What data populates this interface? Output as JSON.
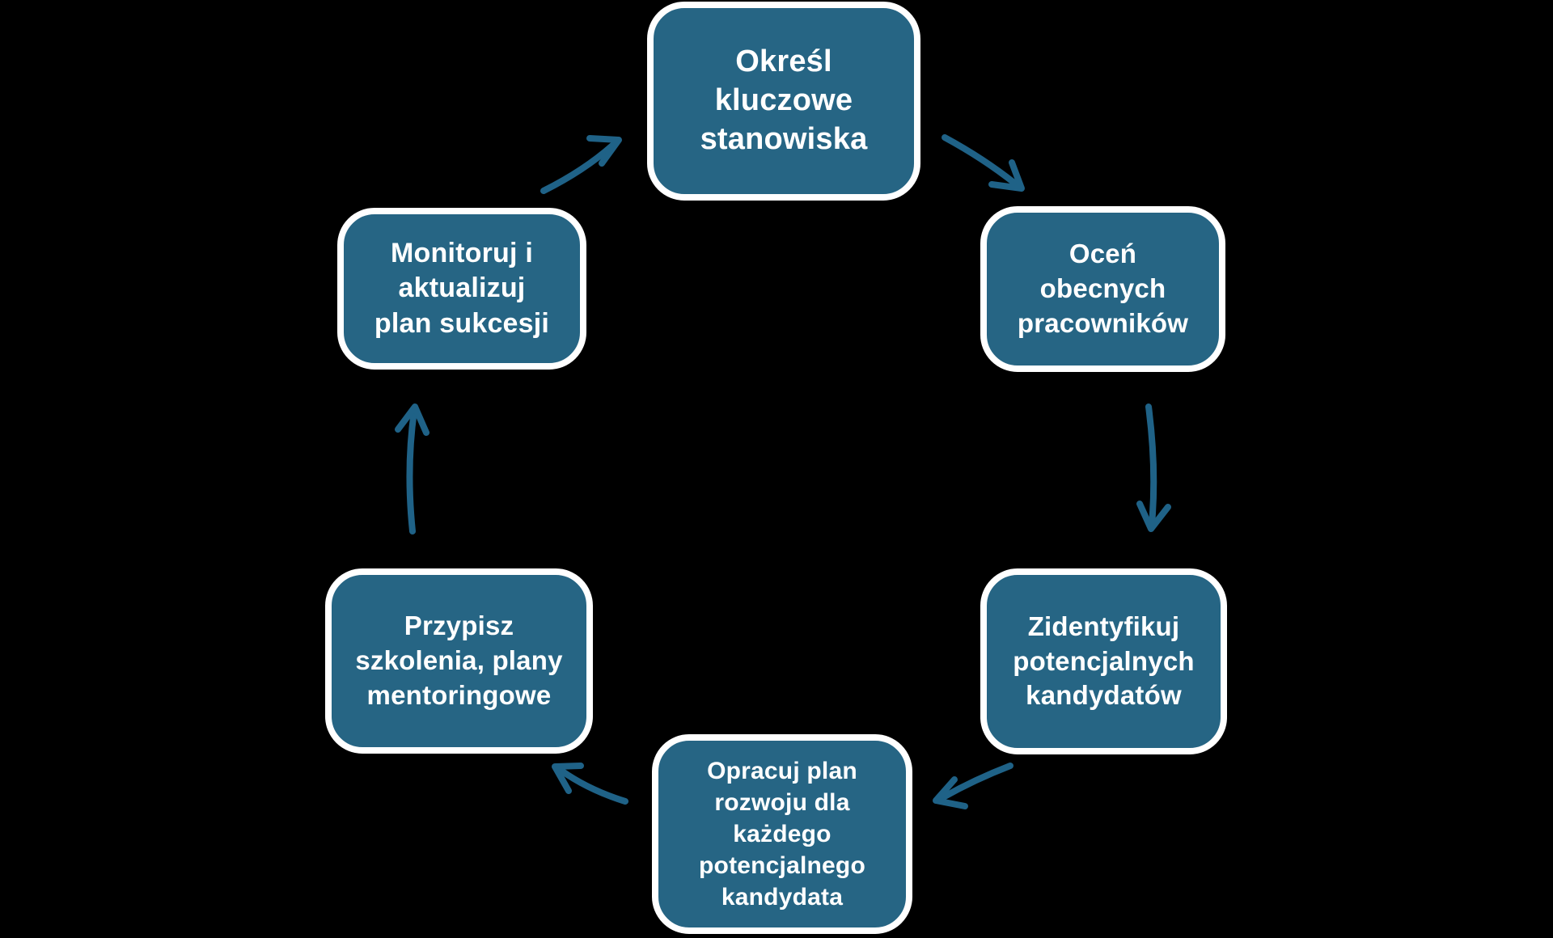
{
  "theme": {
    "background": "#000000",
    "box-fill": "#266584",
    "box-border": "#ffffff",
    "text-color": "#ffffff",
    "arrow-color": "#1f6287"
  },
  "diagram": {
    "type": "cycle",
    "language": "pl",
    "topic": "Plan sukcesji (succession planning cycle)",
    "steps": [
      {
        "name": "okresl-kluczowe-stanowiska",
        "label": "Określ kluczowe stanowiska",
        "lines": [
          "Określ",
          "kluczowe",
          "stanowiska"
        ]
      },
      {
        "name": "ocen-obecnych-pracownikow",
        "label": "Oceń obecnych pracowników",
        "lines": [
          "Oceń",
          "obecnych",
          "pracowników"
        ]
      },
      {
        "name": "zidentyfikuj-potencjalnych-kandydatow",
        "label": "Zidentyfikuj potencjalnych kandydatów",
        "lines": [
          "Zidentyfikuj",
          "potencjalnych",
          "kandydatów"
        ]
      },
      {
        "name": "opracuj-plan-rozwoju",
        "label": "Opracuj plan rozwoju dla każdego potencjalnego kandydata",
        "lines": [
          "Opracuj plan",
          "rozwoju dla",
          "każdego",
          "potencjalnego",
          "kandydata"
        ]
      },
      {
        "name": "przypisz-szkolenia",
        "label": "Przypisz szkolenia, plany mentoringowe",
        "lines": [
          "Przypisz",
          "szkolenia, plany",
          "mentoringowe"
        ]
      },
      {
        "name": "monitoruj-i-aktualizuj",
        "label": "Monitoruj i aktualizuj plan sukcesji",
        "lines": [
          "Monitoruj i",
          "aktualizuj",
          "plan sukcesji"
        ]
      }
    ],
    "arrows": [
      {
        "name": "arrow-monitoruj-to-okresl",
        "from": 5,
        "to": 0
      },
      {
        "name": "arrow-okresl-to-ocen",
        "from": 0,
        "to": 1
      },
      {
        "name": "arrow-ocen-to-zidentyfikuj",
        "from": 1,
        "to": 2
      },
      {
        "name": "arrow-zidentyfikuj-to-opracuj",
        "from": 2,
        "to": 3
      },
      {
        "name": "arrow-opracuj-to-przypisz",
        "from": 3,
        "to": 4
      },
      {
        "name": "arrow-przypisz-to-monitoruj",
        "from": 4,
        "to": 5
      }
    ]
  }
}
